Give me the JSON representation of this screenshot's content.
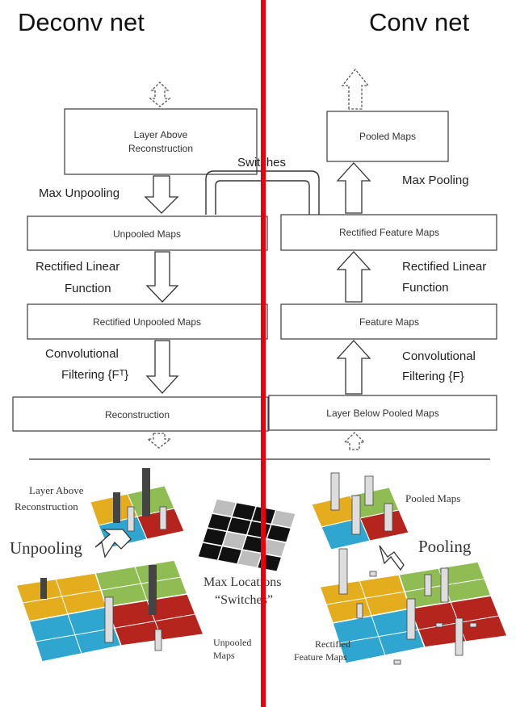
{
  "titles": {
    "left": "Deconv net",
    "right": "Conv net"
  },
  "deconv": {
    "box_layer_above_1": "Layer Above",
    "box_layer_above_2": "Reconstruction",
    "box_unpooled": "Unpooled Maps",
    "box_rectified_unpooled": "Rectified Unpooled Maps",
    "box_reconstruction": "Reconstruction",
    "label_max_unpooling": "Max Unpooling",
    "label_rectified_1": "Rectified Linear",
    "label_rectified_2": "Function",
    "label_conv_filter_1": "Convolutional",
    "label_conv_filter_2": "Filtering {Fᵀ}"
  },
  "conv": {
    "box_pooled": "Pooled Maps",
    "box_rectified_feature": "Rectified Feature Maps",
    "box_feature": "Feature Maps",
    "box_layer_below": "Layer Below Pooled Maps",
    "label_max_pooling": "Max Pooling",
    "label_rectified_1": "Rectified Linear",
    "label_rectified_2": "Function",
    "label_conv_filter_1": "Convolutional",
    "label_conv_filter_2": "Filtering {F}"
  },
  "switches_label": "Switches",
  "illustration": {
    "layer_above_1": "Layer Above",
    "layer_above_2": "Reconstruction",
    "unpooling": "Unpooling",
    "max_locations_1": "Max Locations",
    "max_locations_2": "“Switches”",
    "unpooled_maps_1": "Unpooled",
    "unpooled_maps_2": "Maps",
    "pooled_maps": "Pooled Maps",
    "pooling": "Pooling",
    "rectified_1": "Rectified",
    "rectified_2": "Feature Maps"
  },
  "colors": {
    "divider": "#e8000b",
    "yellow": "#e3ad1d",
    "green": "#8fbd53",
    "blue": "#2fa6d0",
    "red": "#b5251d",
    "switch_black": "#111111",
    "switch_gray": "#bdbdbd"
  }
}
